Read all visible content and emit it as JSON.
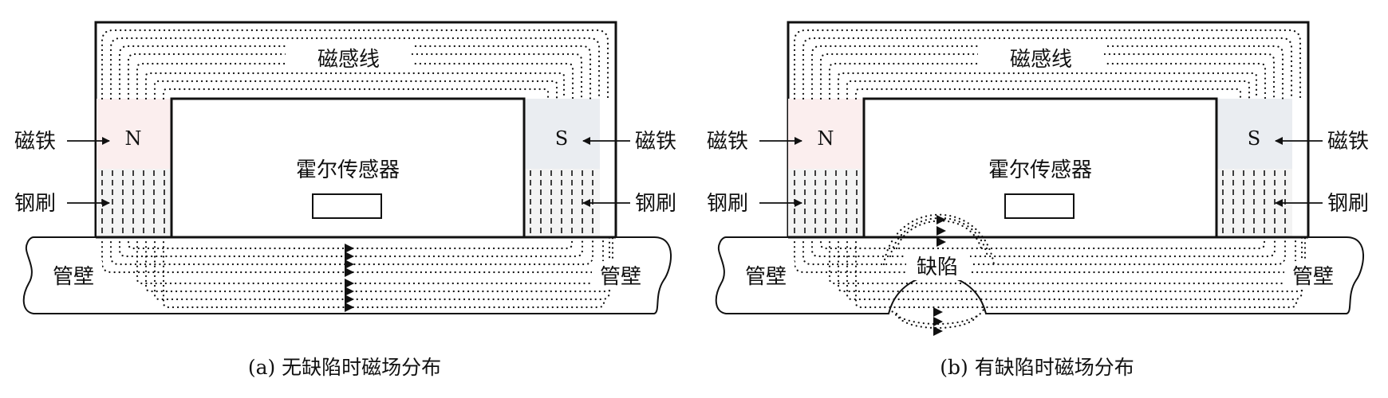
{
  "colors": {
    "n_pole": "#fbeeee",
    "s_pole": "#eaedf1",
    "brush": "#f3f3f3",
    "sensor": "#efefef",
    "line": "#111111"
  },
  "panels": [
    {
      "caption": "(a) 无缺陷时磁场分布",
      "flux_label": "磁感线",
      "sensor_label": "霍尔传感器",
      "magnet_label_left": "磁铁",
      "magnet_label_right": "磁铁",
      "brush_label_left": "钢刷",
      "brush_label_right": "钢刷",
      "wall_label_left": "管壁",
      "wall_label_right": "管壁",
      "pole_n": "N",
      "pole_s": "S",
      "defect_label": ""
    },
    {
      "caption": "(b) 有缺陷时磁场分布",
      "flux_label": "磁感线",
      "sensor_label": "霍尔传感器",
      "magnet_label_left": "磁铁",
      "magnet_label_right": "磁铁",
      "brush_label_left": "钢刷",
      "brush_label_right": "钢刷",
      "wall_label_left": "管壁",
      "wall_label_right": "管壁",
      "pole_n": "N",
      "pole_s": "S",
      "defect_label": "缺陷"
    }
  ]
}
